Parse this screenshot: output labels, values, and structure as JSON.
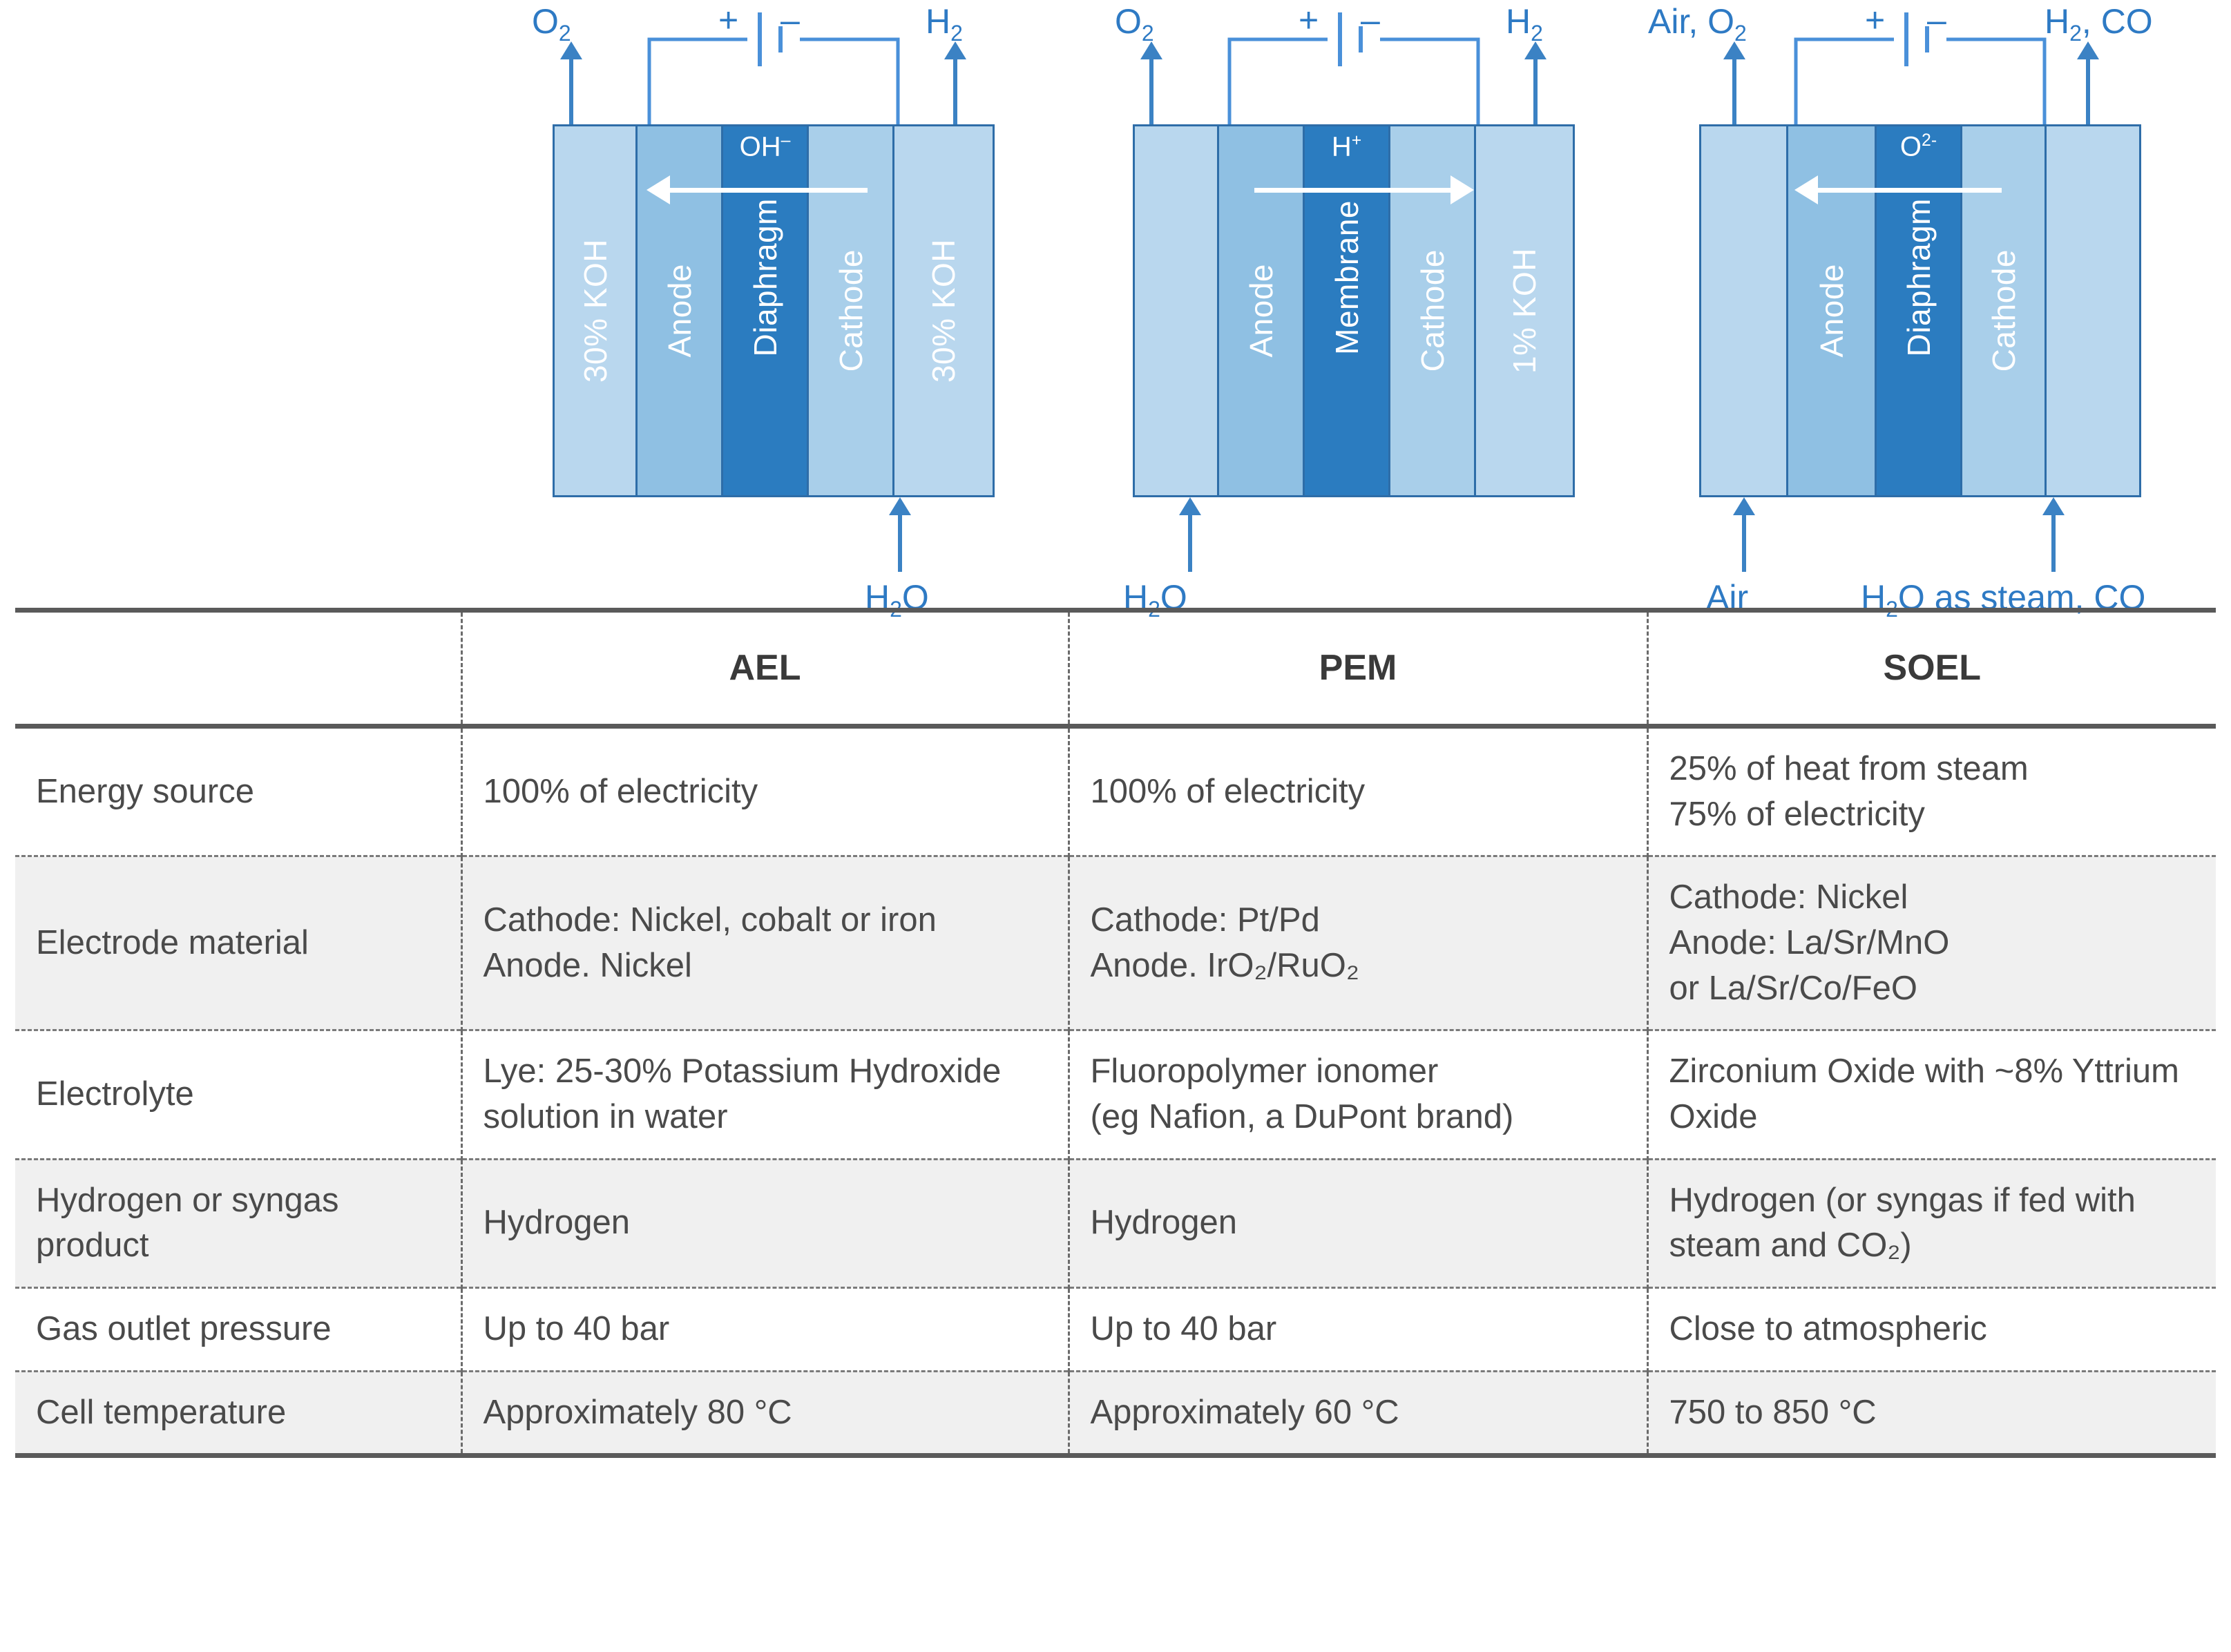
{
  "diagrams": [
    {
      "id": "ael",
      "ion": "OH",
      "ion_charge": "−",
      "ion_direction": "left",
      "battery_plus": "+",
      "battery_minus": "−",
      "layers": [
        {
          "label": "30% KOH",
          "role": "electrolyte-left"
        },
        {
          "label": "Anode",
          "role": "anode"
        },
        {
          "label": "Diaphragm",
          "role": "separator"
        },
        {
          "label": "Cathode",
          "role": "cathode"
        },
        {
          "label": "30% KOH",
          "role": "electrolyte-right"
        }
      ],
      "top_left_label": "O",
      "top_left_sub": "2",
      "top_right_label": "H",
      "top_right_sub": "2",
      "bottom_labels": [
        {
          "text": "H",
          "sub": "2",
          "tail": "O",
          "side": "right"
        }
      ]
    },
    {
      "id": "pem",
      "ion": "H",
      "ion_charge": "+",
      "ion_direction": "right",
      "battery_plus": "+",
      "battery_minus": "−",
      "layers": [
        {
          "label": "",
          "role": "blank-left"
        },
        {
          "label": "Anode",
          "role": "anode"
        },
        {
          "label": "Membrane",
          "role": "separator"
        },
        {
          "label": "Cathode",
          "role": "cathode"
        },
        {
          "label": "1% KOH",
          "role": "electrolyte-right"
        }
      ],
      "top_left_label": "O",
      "top_left_sub": "2",
      "top_right_label": "H",
      "top_right_sub": "2",
      "bottom_labels": [
        {
          "text": "H",
          "sub": "2",
          "tail": "O",
          "side": "left"
        }
      ]
    },
    {
      "id": "soel",
      "ion": "O",
      "ion_charge": "2-",
      "ion_direction": "left",
      "battery_plus": "+",
      "battery_minus": "−",
      "layers": [
        {
          "label": "",
          "role": "blank-left"
        },
        {
          "label": "Anode",
          "role": "anode"
        },
        {
          "label": "Diaphragm",
          "role": "separator"
        },
        {
          "label": "Cathode",
          "role": "cathode"
        },
        {
          "label": "",
          "role": "blank-right"
        }
      ],
      "top_left_text": "Air, O",
      "top_left_sub": "2",
      "top_right_text": "H",
      "top_right_sub": "2",
      "top_right_tail": ", CO",
      "bottom_left_text": "Air",
      "bottom_right_text": "H",
      "bottom_right_sub": "2",
      "bottom_right_tail": "O as steam, CO"
    }
  ],
  "table": {
    "headers": [
      "",
      "AEL",
      "PEM",
      "SOEL"
    ],
    "rows": [
      {
        "label": "Energy source",
        "ael": [
          "100% of electricity"
        ],
        "pem": [
          "100% of electricity"
        ],
        "soel": [
          "25% of heat from steam",
          "75% of electricity"
        ]
      },
      {
        "label": "Electrode material",
        "ael": [
          "Cathode: Nickel, cobalt or iron",
          "Anode. Nickel"
        ],
        "pem": [
          "Cathode: Pt/Pd",
          "Anode. IrO₂/RuO₂"
        ],
        "soel": [
          "Cathode: Nickel",
          "Anode: La/Sr/MnO",
          "or La/Sr/Co/FeO"
        ]
      },
      {
        "label": "Electrolyte",
        "ael": [
          "Lye: 25-30% Potassium Hydroxide solution in water"
        ],
        "pem": [
          "Fluoropolymer ionomer",
          "(eg Nafion, a DuPont brand)"
        ],
        "soel": [
          "Zirconium Oxide with ~8% Yttrium Oxide"
        ]
      },
      {
        "label": "Hydrogen or syngas product",
        "ael": [
          "Hydrogen"
        ],
        "pem": [
          "Hydrogen"
        ],
        "soel": [
          "Hydrogen (or syngas if fed with steam and CO₂)"
        ]
      },
      {
        "label": "Gas outlet pressure",
        "ael": [
          "Up to 40 bar"
        ],
        "pem": [
          "Up to 40 bar"
        ],
        "soel": [
          "Close to atmospheric"
        ]
      },
      {
        "label": "Cell temperature",
        "ael": [
          "Approximately 80 °C"
        ],
        "pem": [
          "Approximately 60 °C"
        ],
        "soel": [
          "750 to 850 °C"
        ]
      }
    ]
  },
  "colors": {
    "layer_light": "#b9d7ee",
    "layer_mid": "#8fc0e3",
    "layer_core": "#2b7cc0",
    "outline": "#2e6da8",
    "caption_blue": "#2e7ac4",
    "table_text": "#4a4a4a",
    "table_rule": "#5a5a5a",
    "table_alt_bg": "#f0f0f0"
  }
}
